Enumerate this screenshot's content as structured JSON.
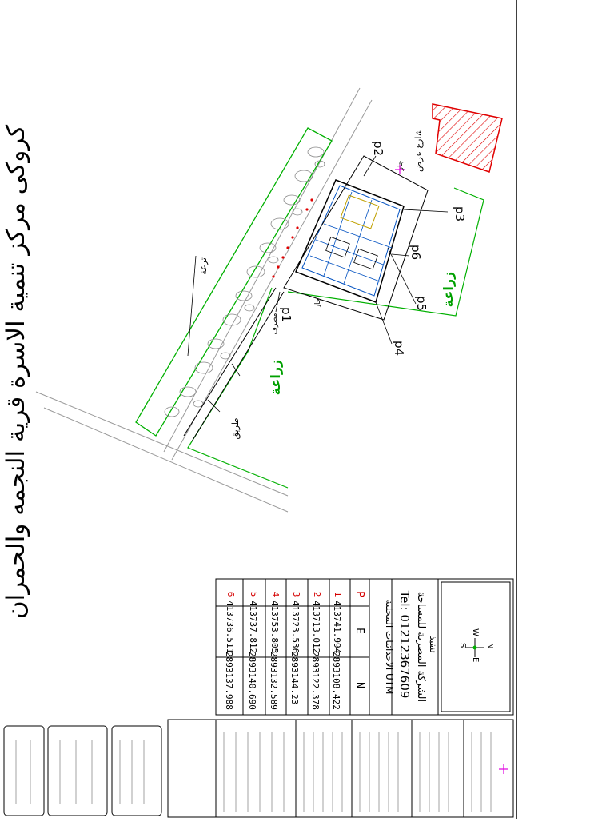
{
  "title": "كروكى مركز تنمية الاسرة قرية النجمه والحمران",
  "labels": {
    "zeraa_1": "زراعة",
    "zeraa_2": "زراعة",
    "terra": "ترعة",
    "tariq": "طريق",
    "gar_1": "جار",
    "gar_2": "جار",
    "shared": "شارع عرض",
    "nile": "مصرف"
  },
  "points": {
    "p1": "p1",
    "p2": "p2",
    "p3": "p3",
    "p4": "p4",
    "p5": "p5",
    "p6": "p6"
  },
  "company": {
    "line1": "تنفيذ",
    "line2": "الشركة المصرية للمساحة",
    "tel": "Tel: 01212367609"
  },
  "coords": {
    "system": "الاحداثيات المحلية UTM",
    "headers": [
      "P",
      "E",
      "N"
    ],
    "rows": [
      {
        "p": "1",
        "e": "413741.994",
        "n": "2893108.422"
      },
      {
        "p": "2",
        "e": "413713.012",
        "n": "2893122.378"
      },
      {
        "p": "3",
        "e": "413723.536",
        "n": "2893144.23"
      },
      {
        "p": "4",
        "e": "413753.805",
        "n": "2893132.589"
      },
      {
        "p": "5",
        "e": "413737.812",
        "n": "2893140.690"
      },
      {
        "p": "6",
        "e": "413736.511",
        "n": "2893137.988"
      }
    ]
  },
  "compass": {
    "n": "N",
    "s": "S",
    "e": "E",
    "w": "W"
  },
  "colors": {
    "green": "#00b000",
    "red": "#e00000",
    "magenta": "#e000e0",
    "blue": "#0050c0",
    "black": "#000000"
  }
}
